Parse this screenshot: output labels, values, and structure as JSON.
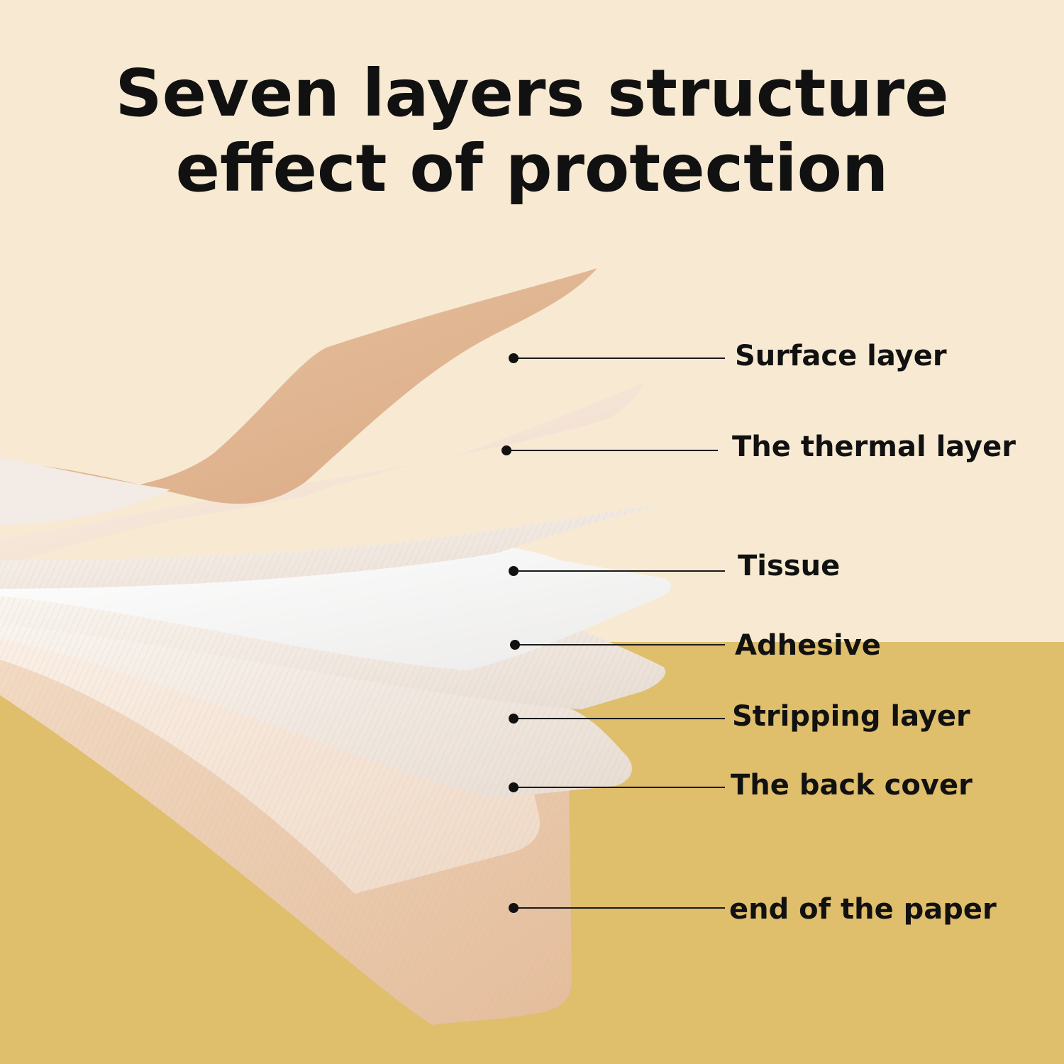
{
  "title": {
    "line1": "Seven layers structure",
    "line2": "effect of protection"
  },
  "labels": [
    "Surface layer",
    "The thermal layer",
    "Tissue",
    "Adhesive",
    "Stripping layer",
    "The back cover",
    "end of the paper"
  ],
  "colors": {
    "background_top": "#f8ead2",
    "background_bottom": "#dfbe6c",
    "text": "#111111",
    "leader_line": "#1a1a1a"
  }
}
